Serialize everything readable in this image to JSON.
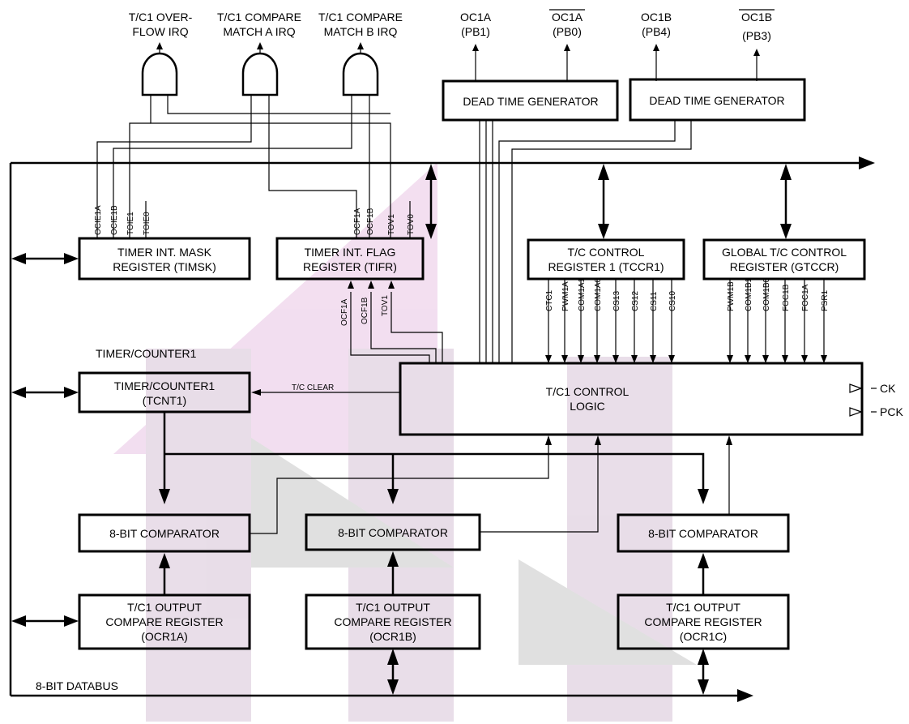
{
  "outputs": {
    "overflow_irq": [
      "T/C1 OVER-",
      "FLOW IRQ"
    ],
    "compa_irq": [
      "T/C1 COMPARE",
      "MATCH A IRQ"
    ],
    "compb_irq": [
      "T/C1 COMPARE",
      "MATCH B IRQ"
    ],
    "oc1a": [
      "OC1A",
      "(PB1)"
    ],
    "oc1a_n": [
      "OC1A",
      "(PB0)"
    ],
    "oc1b": [
      "OC1B",
      "(PB4)"
    ],
    "oc1b_n": [
      "OC1B",
      "(PB3)"
    ]
  },
  "blocks": {
    "dead_time_1": "DEAD TIME GENERATOR",
    "dead_time_2": "DEAD TIME GENERATOR",
    "timsk": [
      "TIMER INT. MASK",
      "REGISTER (TIMSK)"
    ],
    "tifr": [
      "TIMER INT. FLAG",
      "REGISTER (TIFR)"
    ],
    "tccr1": [
      "T/C CONTROL",
      "REGISTER 1 (TCCR1)"
    ],
    "gtccr": [
      "GLOBAL T/C CONTROL",
      "REGISTER (GTCCR)"
    ],
    "tcnt1": [
      "TIMER/COUNTER1",
      "(TCNT1)"
    ],
    "control_logic": [
      "T/C1 CONTROL",
      "LOGIC"
    ],
    "comparator_a": "8-BIT COMPARATOR",
    "comparator_b": "8-BIT COMPARATOR",
    "comparator_c": "8-BIT COMPARATOR",
    "ocr1a": [
      "T/C1 OUTPUT",
      "COMPARE REGISTER",
      "(OCR1A)"
    ],
    "ocr1b": [
      "T/C1 OUTPUT",
      "COMPARE REGISTER",
      "(OCR1B)"
    ],
    "ocr1c": [
      "T/C1 OUTPUT",
      "COMPARE REGISTER",
      "(OCR1C)"
    ]
  },
  "labels": {
    "section": "TIMER/COUNTER1",
    "databus": "8-BIT DATABUS",
    "tc_clear": "T/C CLEAR",
    "ck": "CK",
    "pck": "PCK"
  },
  "bits": {
    "timsk": [
      "OCIE1A",
      "OCIE1B",
      "TOIE1",
      "TOIE0"
    ],
    "tifr_top": [
      "OCF1A",
      "OCF1B",
      "TOV1",
      "TOV0"
    ],
    "tifr_bottom": [
      "OCF1A",
      "OCF1B",
      "TOV1"
    ],
    "tccr1": [
      "CTC1",
      "PWM1A",
      "COM1A1",
      "COM1A0",
      "CS13",
      "CS12",
      "CS11",
      "CS10"
    ],
    "gtccr": [
      "PWM1B",
      "COM1B1",
      "COM1B0",
      "FOC1B",
      "FOC1A",
      "PSR1"
    ]
  },
  "watermark_colors": [
    "#c8c8c8",
    "#e9c4e4",
    "#dcc8dc"
  ]
}
